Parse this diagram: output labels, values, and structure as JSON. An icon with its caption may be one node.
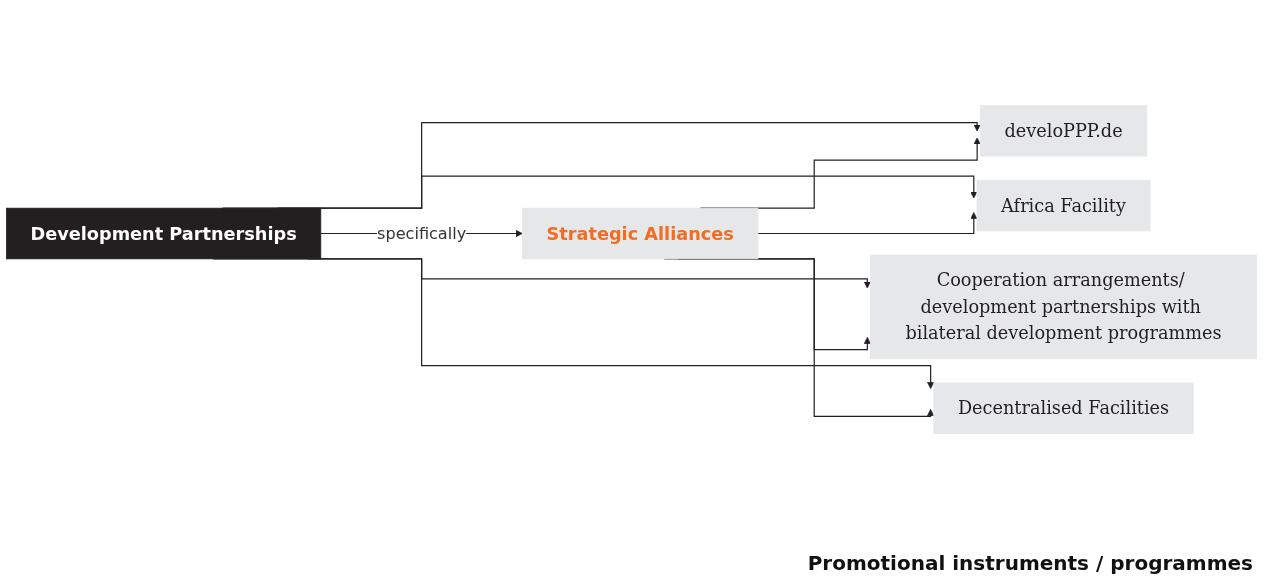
{
  "diagram": {
    "nodes": [
      {
        "text": [
          "Development Partnerships"
        ]
      },
      {
        "text": [
          "Strategic Alliances"
        ]
      },
      {
        "text": [
          "develoPPP.de"
        ]
      },
      {
        "text": [
          "Africa Facility"
        ]
      },
      {
        "text": [
          "Cooperation arrangements/ development partnerships with bilateral development programmes"
        ]
      },
      {
        "text": [
          "Decentralised Facilities"
        ]
      }
    ],
    "edges": [
      {
        "from": 0,
        "to": 1,
        "arrow": "to",
        "label": "specifically"
      },
      {
        "from": 0,
        "to": 2,
        "arrow": "to"
      },
      {
        "from": 0,
        "to": 3,
        "arrow": "to"
      },
      {
        "from": 0,
        "to": 4,
        "arrow": "to"
      },
      {
        "from": 0,
        "to": 5,
        "arrow": "to"
      },
      {
        "from": 1,
        "to": 2,
        "arrow": "to"
      },
      {
        "from": 1,
        "to": 3,
        "arrow": "to"
      },
      {
        "from": 1,
        "to": 4,
        "arrow": "to"
      },
      {
        "from": 1,
        "to": 5,
        "arrow": "to"
      }
    ],
    "labels": [
      "Promotional instruments / programmes"
    ]
  }
}
